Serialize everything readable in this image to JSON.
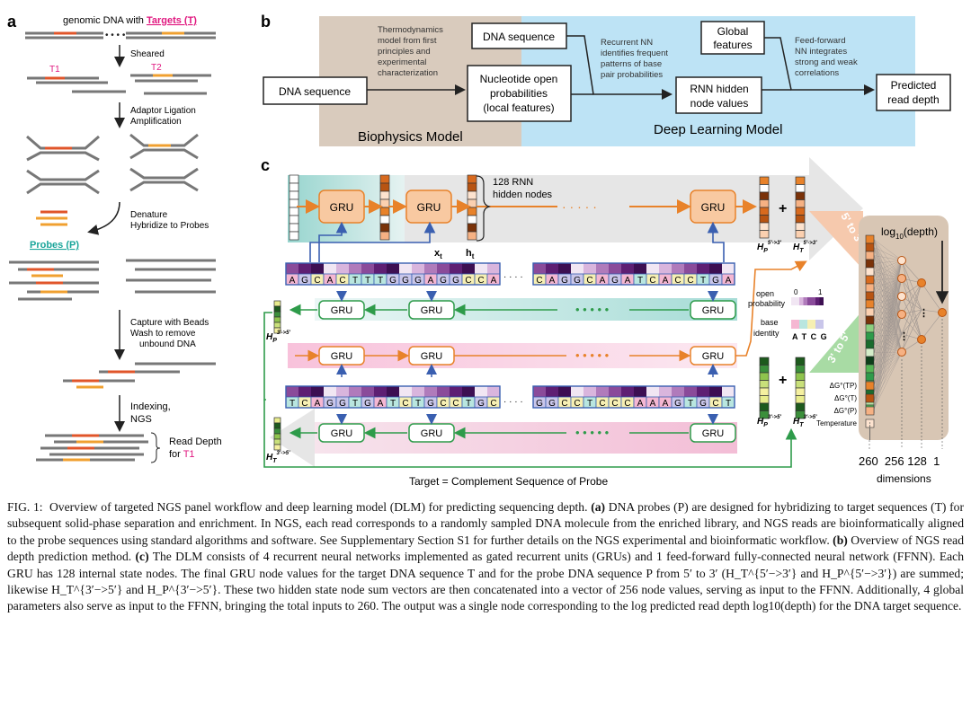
{
  "panel_a": {
    "label": "a",
    "top_text": "genomic DNA with ",
    "targets_label": "Targets (T)",
    "t1": "T1",
    "t2": "T2",
    "step_sheared": "Sheared",
    "step_adaptor_1": "Adaptor Ligation",
    "step_adaptor_2": "Amplification",
    "step_denature_1": "Denature",
    "step_denature_2": "Hybridize to Probes",
    "probes_label": "Probes (P)",
    "step_capture_1": "Capture with Beads",
    "step_capture_2": "Wash to remove",
    "step_capture_3": "unbound DNA",
    "step_indexing_1": "Indexing,",
    "step_indexing_2": "NGS",
    "read_depth_1": "Read Depth",
    "read_depth_2": "for ",
    "read_depth_t1": "T1"
  },
  "panel_b": {
    "label": "b",
    "biophysics_title": "Biophysics Model",
    "deep_learning_title": "Deep Learning Model",
    "dna_seq_left": "DNA sequence",
    "thermo_1": "Thermodynamics",
    "thermo_2": "model from first",
    "thermo_3": "principles and",
    "thermo_4": "experimental",
    "thermo_5": "characterization",
    "nuc_1": "Nucleotide open",
    "nuc_2": "probabilities",
    "nuc_3": "(local features)",
    "dna_seq_top": "DNA sequence",
    "rnn_desc_1": "Recurrent NN",
    "rnn_desc_2": "identifies frequent",
    "rnn_desc_3": "patterns of base",
    "rnn_desc_4": "pair probabilities",
    "rnn_hidden_1": "RNN hidden",
    "rnn_hidden_2": "node values",
    "global_1": "Global",
    "global_2": "features",
    "ff_1": "Feed-forward",
    "ff_2": "NN integrates",
    "ff_3": "strong and weak",
    "ff_4": "correlations",
    "pred_1": "Predicted",
    "pred_2": "read depth"
  },
  "panel_c": {
    "label": "c",
    "gru": "GRU",
    "rnn_nodes_1": "128 RNN",
    "rnn_nodes_2": "hidden nodes",
    "xt": "x",
    "xt_sub": "t",
    "ht": "h",
    "ht_sub": "t",
    "dots": "· · · · ·",
    "seq_probe_left": "AGCACTTTGGGAGGCCA",
    "seq_probe_right": "CAGGCAGATCACCTGA",
    "seq_target_left": "TCAGGTGATCTGCCTGC",
    "seq_target_right": "GGCCTCCCAAAGTGCT",
    "plus": "+",
    "hp_top": "H",
    "hp_top_sub": "P",
    "hp_top_sup": "5'->3'",
    "ht_top": "H",
    "ht_top_sub": "T",
    "ht_top_sup": "5'->3'",
    "hp_bot": "H",
    "hp_bot_sub": "P",
    "hp_bot_sup": "3'->5'",
    "ht_bot": "H",
    "ht_bot_sub": "T",
    "ht_bot_sup": "3'->5'",
    "left_hp": "H",
    "left_hp_sub": "P",
    "left_hp_sup": "3'->5'",
    "left_ht": "H",
    "left_ht_sub": "T",
    "left_ht_sup": "3'->5'",
    "open_prob": "open",
    "open_prob_2": "probability",
    "scale_min": "0",
    "scale_max": "1",
    "base_identity_1": "base",
    "base_identity_2": "identity",
    "bases": "A T C G",
    "dir_53": "5' to 3'",
    "dir_35": "3' to 5'",
    "log_depth": "log",
    "log_sub": "10",
    "log_rest": "(depth)",
    "dg_tp": "ΔG°(TP)",
    "dg_t": "ΔG°(T)",
    "dg_p": "ΔG°(P)",
    "temperature": "Temperature",
    "dims": "260  256 128  1",
    "dims_label": "dimensions",
    "target_note": "Target = Complement Sequence of Probe"
  },
  "caption": {
    "fig": "FIG. 1:",
    "title": "Overview of targeted NGS panel workflow and deep learning model (DLM) for predicting sequencing depth.",
    "a_label": "(a)",
    "a_text": "DNA probes (P) are designed for hybridizing to target sequences (T) for subsequent solid-phase separation and enrichment. In NGS, each read corresponds to a randomly sampled DNA molecule from the enriched library, and NGS reads are bioinformatically aligned to the probe sequences using standard algorithms and software. See Supplementary Section S1 for further details on the NGS experimental and bioinformatic workflow.",
    "b_label": "(b)",
    "b_text": "Overview of NGS read depth prediction method.",
    "c_label": "(c)",
    "c_text": "The DLM consists of 4 recurrent neural networks implemented as gated recurrent units (GRUs) and 1 feed-forward fully-connected neural network (FFNN). Each GRU has 128 internal state nodes. The final GRU node values for the target DNA sequence T and for the probe DNA sequence P from 5′ to 3′ (H_T^{5′−>3′} and H_P^{5′−>3′}) are summed; likewise H_T^{3′−>5′} and H_P^{3′−>5′}. These two hidden state node sum vectors are then concatenated into a vector of 256 node values, serving as input to the FFNN. Additionally, 4 global parameters also serve as input to the FFNN, bringing the total inputs to 260. The output was a single node corresponding to the log predicted read depth log10(depth) for the DNA target sequence."
  },
  "colors": {
    "orange": "#e8822a",
    "gru_fill": "#f8c9a1",
    "green": "#2e9b4a",
    "pink": "#e0177f",
    "teal": "#1aa59a",
    "blue_panel": "#bde3f5",
    "tan_panel": "#d9cbbd",
    "ffnn_bg": "#d8c6b4"
  }
}
